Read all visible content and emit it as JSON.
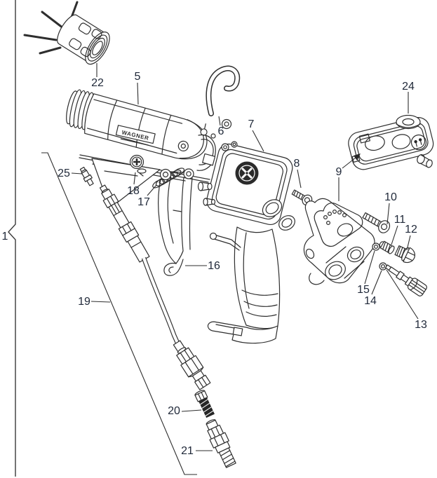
{
  "diagram": {
    "type": "exploded-parts-diagram",
    "subject": "paint spray gun parts diagram",
    "brand_label": "WAGNER",
    "background_color": "#ffffff",
    "line_color": "#2e2e2e",
    "callout_color": "#212a3a"
  },
  "callouts": {
    "n1": "1",
    "n5": "5",
    "n6": "6",
    "n7": "7",
    "n8": "8",
    "n9": "9",
    "n10": "10",
    "n11": "11",
    "n12": "12",
    "n13": "13",
    "n14": "14",
    "n15": "15",
    "n16": "16",
    "n17": "17",
    "n18": "18",
    "n19": "19",
    "n20": "20",
    "n21": "21",
    "n22": "22",
    "n24": "24",
    "n25": "25"
  }
}
